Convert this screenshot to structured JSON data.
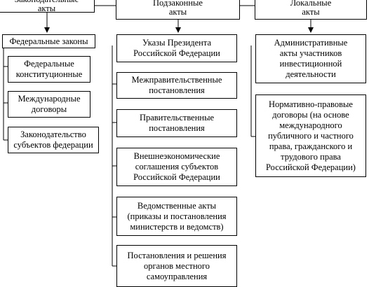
{
  "columns": [
    {
      "header": "Законодательные\nакты",
      "items": [
        "Федеральные законы",
        "Федеральные\nконституционные",
        "Международные\nдоговоры",
        "Законодательство\nсубъектов федерации"
      ]
    },
    {
      "header": "Подзаконные\nакты",
      "items": [
        "Указы Президента\nРоссийской Федерации",
        "Межправительственные\nпостановления",
        "Правительственные\nпостановления",
        "Внешнеэкономические\nсоглашения субъектов\nРоссийской Федерации",
        "Ведомственные акты\n(приказы и постановления\nминистерств и ведомств)",
        "Постановления и решения\nорганов местного\nсамоуправления"
      ]
    },
    {
      "header": "Локальные\nакты",
      "items": [
        "Административные\nакты участников\nинвестиционной\nдеятельности",
        "Нормативно-правовые\nдоговоры (на основе\nмеждународного\nпубличного и частного\nправа, гражданского и\nтрудового права\nРоссийской Федерации)"
      ]
    }
  ]
}
